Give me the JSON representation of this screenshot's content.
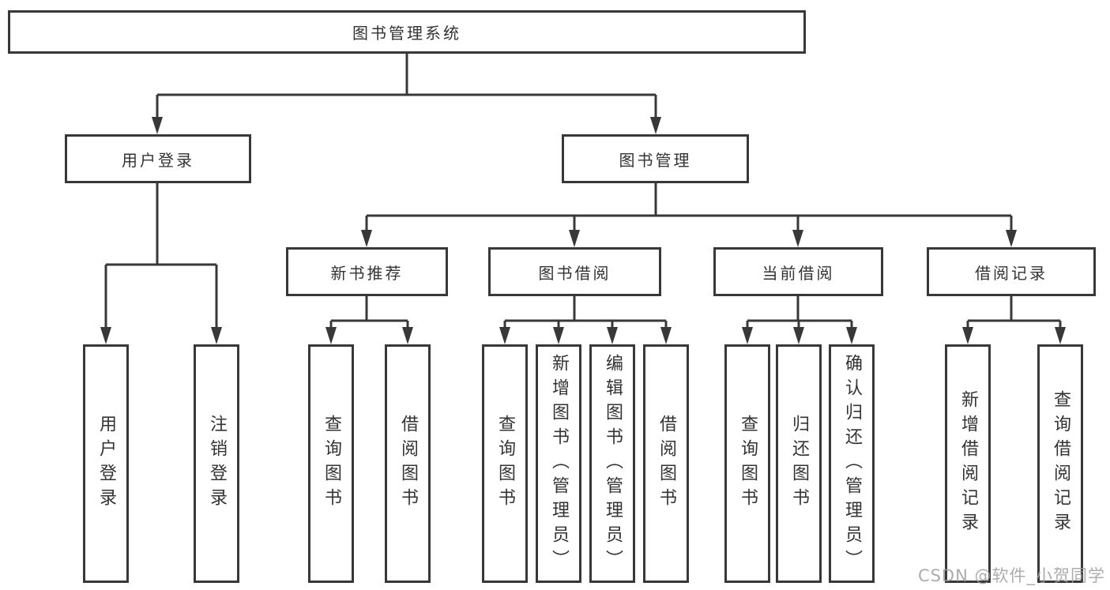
{
  "colors": {
    "line": "#383838",
    "text": "#333333",
    "background": "#ffffff",
    "watermark": "#9e9e9e"
  },
  "tree": {
    "label": "图书管理系统",
    "children": [
      {
        "label": "用户登录",
        "children": [
          {
            "label": "用户登录"
          },
          {
            "label": "注销登录"
          }
        ]
      },
      {
        "label": "图书管理",
        "children": [
          {
            "label": "新书推荐",
            "children": [
              {
                "label": "查询图书"
              },
              {
                "label": "借阅图书"
              }
            ]
          },
          {
            "label": "图书借阅",
            "children": [
              {
                "label": "查询图书"
              },
              {
                "label": "新增图书（管理员）"
              },
              {
                "label": "编辑图书（管理员）"
              },
              {
                "label": "借阅图书"
              }
            ]
          },
          {
            "label": "当前借阅",
            "children": [
              {
                "label": "查询图书"
              },
              {
                "label": "归还图书"
              },
              {
                "label": "确认归还（管理员）"
              }
            ]
          },
          {
            "label": "借阅记录",
            "children": [
              {
                "label": "新增借阅记录"
              },
              {
                "label": "查询借阅记录"
              }
            ]
          }
        ]
      }
    ]
  },
  "watermark": {
    "text": "CSDN @软件_小贺同学"
  }
}
